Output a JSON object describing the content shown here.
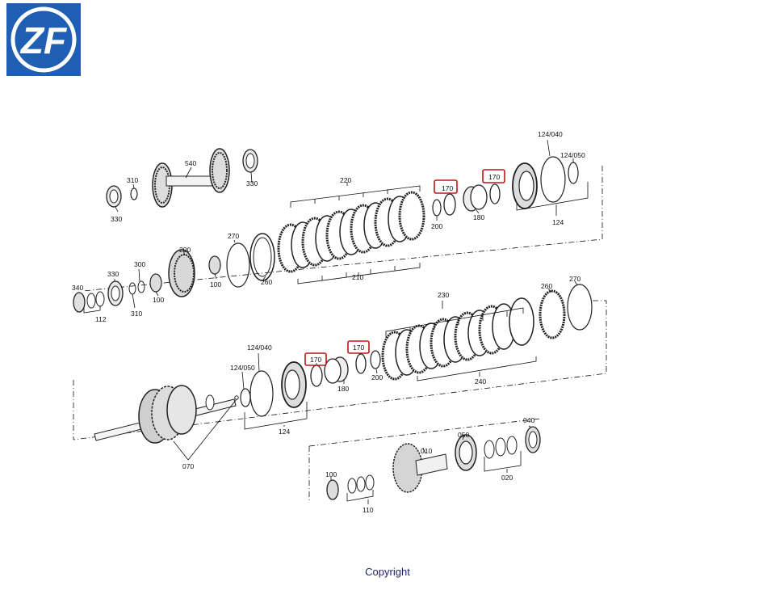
{
  "brand": {
    "logo_text": "ZF",
    "logo_color": "#1f5fb3"
  },
  "footer": {
    "copyright": "Copyright"
  },
  "highlight_color": "#c0141b",
  "callouts": {
    "p540": "540",
    "p310a": "310",
    "p330a": "330",
    "p330b": "330",
    "p220": "220",
    "p170a": "170",
    "p170b": "170",
    "p124_040a": "124/040",
    "p124_050a": "124/050",
    "p200a": "200",
    "p180a": "180",
    "p124a": "124",
    "p290": "290",
    "p270a": "270",
    "p260a": "260",
    "p210": "210",
    "p340": "340",
    "p330c": "330",
    "p300": "300",
    "p310b": "310",
    "p100a": "100",
    "p100b": "100",
    "p112": "112",
    "p230": "230",
    "p260b": "260",
    "p270b": "270",
    "p240": "240",
    "p124_040b": "124/040",
    "p124_050b": "124/050",
    "p170c": "170",
    "p170d": "170",
    "p180b": "180",
    "p200b": "200",
    "p124b": "124",
    "p070": "070",
    "p010": "010",
    "p050": "050",
    "p040": "040",
    "p100c": "100",
    "p110": "110",
    "p020": "020"
  }
}
